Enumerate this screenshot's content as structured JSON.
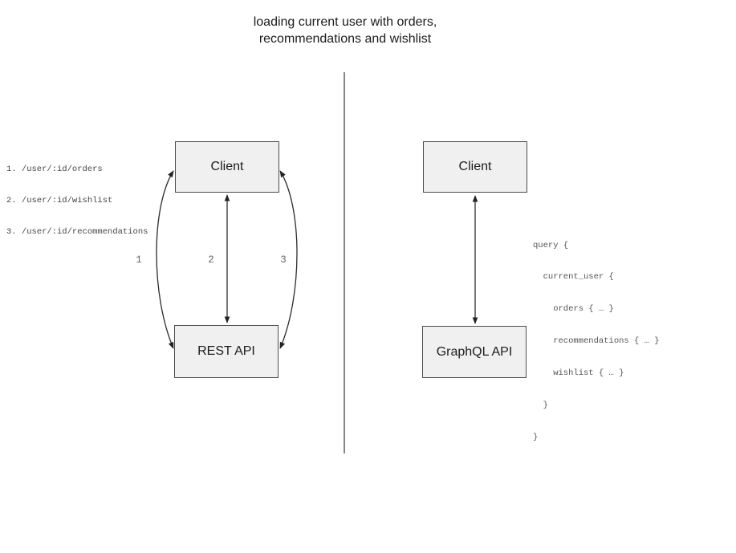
{
  "title": {
    "line1": "loading current user with orders,",
    "line2": "recommendations and wishlist"
  },
  "rest_panel": {
    "endpoints": [
      "1. /user/:id/orders",
      "2. /user/:id/wishlist",
      "3. /user/:id/recommendations"
    ],
    "client_box": "Client",
    "api_box": "REST API",
    "arrow_labels": [
      "1",
      "2",
      "3"
    ]
  },
  "graphql_panel": {
    "client_box": "Client",
    "api_box": "GraphQL API",
    "query_lines": [
      "query {",
      "  current_user {",
      "    orders { … }",
      "    recommendations { … }",
      "    wishlist { … }",
      "  }",
      "}"
    ]
  },
  "colors": {
    "box_fill": "#f0f0f0",
    "box_border": "#4d4d4d",
    "arrow": "#2b2b2b",
    "divider": "#5f5f5f",
    "code_text": "#555555",
    "label_text": "#666666"
  }
}
